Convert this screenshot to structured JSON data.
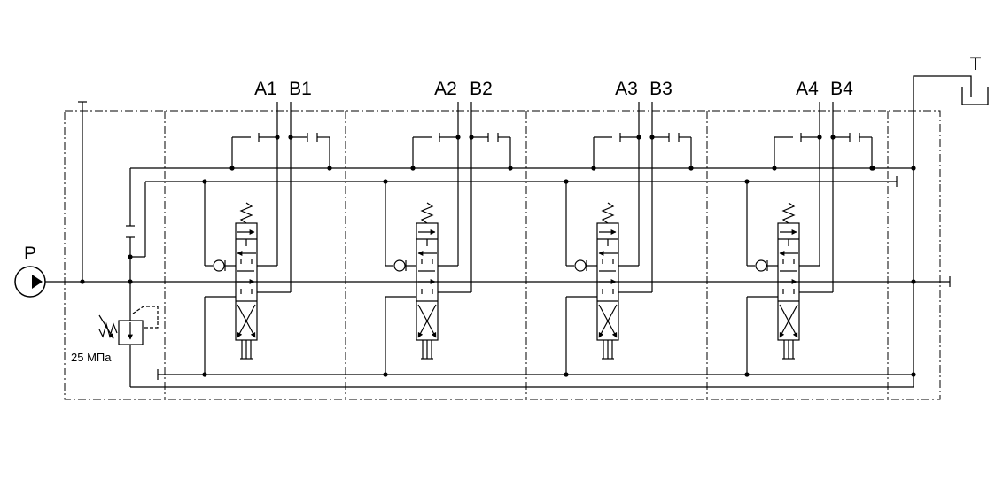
{
  "diagram": {
    "pump_label": "P",
    "tank_label": "T",
    "relief_label": "25 МПа",
    "sections": [
      {
        "a_label": "A1",
        "b_label": "B1"
      },
      {
        "a_label": "A2",
        "b_label": "B2"
      },
      {
        "a_label": "A3",
        "b_label": "B3"
      },
      {
        "a_label": "A4",
        "b_label": "B4"
      }
    ],
    "colors": {
      "line": "#000000",
      "background": "#ffffff"
    }
  }
}
